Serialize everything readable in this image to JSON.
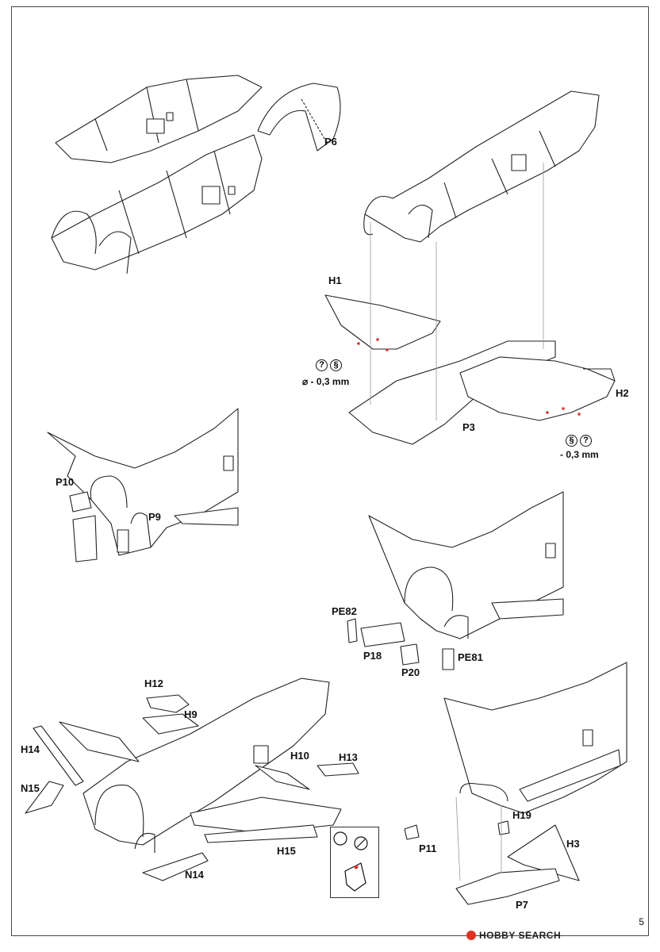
{
  "parts": {
    "p6": "P6",
    "h1": "H1",
    "h2": "H2",
    "p3": "P3",
    "p10": "P10",
    "p9": "P9",
    "pe82": "PE82",
    "p18": "P18",
    "p20": "P20",
    "pe81": "PE81",
    "h12": "H12",
    "h9": "H9",
    "h14": "H14",
    "n15": "N15",
    "h10": "H10",
    "h13": "H13",
    "h15": "H15",
    "n14": "N14",
    "p11": "P11",
    "h19": "H19",
    "h3": "H3",
    "p7": "P7"
  },
  "notes": {
    "drill_left": "⌀ - 0,3 mm",
    "drill_right": "- 0,3 mm",
    "symbol_question": "?",
    "symbol_drill": "§"
  },
  "page_number": "5",
  "watermark": "HOBBY SEARCH"
}
